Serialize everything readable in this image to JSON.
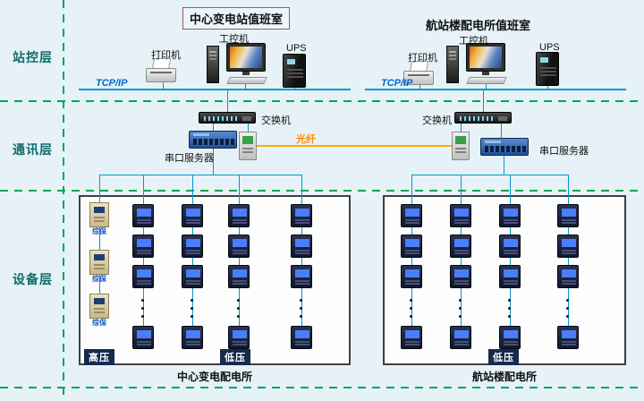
{
  "layers": {
    "station": "站控层",
    "comm": "通讯层",
    "device": "设备层"
  },
  "station": {
    "left": {
      "title": "中心变电站值班室",
      "printer_label": "打印机",
      "pc_label": "工控机",
      "ups_label": "UPS",
      "network_label": "TCP/IP"
    },
    "right": {
      "title": "航站楼配电所值班室",
      "printer_label": "打印机",
      "pc_label": "工控机",
      "ups_label": "UPS",
      "network_label": "TCP/IP"
    }
  },
  "comm": {
    "left_switch_label": "交换机",
    "right_switch_label": "交换机",
    "left_serial_label": "串口服务器",
    "right_serial_label": "串口服务器",
    "fiber_label": "光纤"
  },
  "device": {
    "left_box": {
      "hv_label": "高压",
      "lv_label": "低压",
      "caption": "中心变电配电所",
      "protection_label": "综保"
    },
    "right_box": {
      "lv_label": "低压",
      "caption": "航站楼配电所"
    }
  },
  "icons": {
    "printer": "css-shape",
    "workstation": "css-shape",
    "ups": "css-shape",
    "ethernet-switch": "css-shape",
    "serial-server": "css-shape",
    "media-converter": "css-shape",
    "power-meter": "css-shape",
    "protection-relay": "css-shape"
  },
  "colors": {
    "background": "#e6f2f7",
    "divider": "#00a651",
    "layer_label": "#0e6b6b",
    "network_line": "#0099cc",
    "tcpip": "#0066cc",
    "fiber": "#ffaa00",
    "fiber_label": "#ff8c00",
    "meter_screen": "#4a7dff"
  }
}
